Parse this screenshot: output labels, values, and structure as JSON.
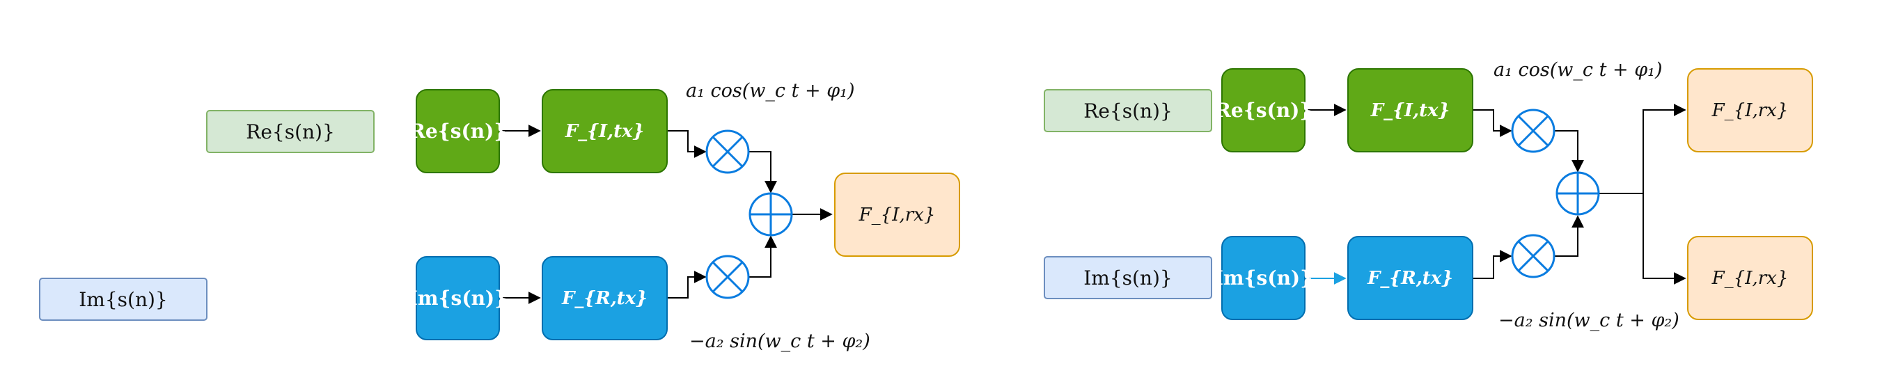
{
  "colors": {
    "green_light_fill": "#d5e8d4",
    "blue_light_fill": "#dae8fc",
    "green_fill": "#60a917",
    "blue_fill": "#1ba1e2",
    "orange_fill": "#ffe6cc",
    "operator_stroke": "#0a7ce0"
  },
  "left": {
    "re_label": "Re{s(n)}",
    "im_label": "Im{s(n)}",
    "re_source": "Re{s(n)}",
    "im_source": "Im{s(n)}",
    "filter_top": "F_{I,tx}",
    "filter_bottom": "F_{R,tx}",
    "output": "F_{I,rx}",
    "cos_term": "a₁ cos(w_c t + φ₁)",
    "sin_term": "−a₂ sin(w_c t + φ₂)"
  },
  "right": {
    "re_label": "Re{s(n)}",
    "im_label": "Im{s(n)}",
    "re_source": "Re{s(n)}",
    "im_source": "Im{s(n)}",
    "filter_top": "F_{I,tx}",
    "filter_bottom": "F_{R,tx}",
    "output_top": "F_{I,rx}",
    "output_bottom": "F_{I,rx}",
    "cos_term": "a₁ cos(w_c t + φ₁)",
    "sin_term": "−a₂ sin(w_c t + φ₂)"
  }
}
